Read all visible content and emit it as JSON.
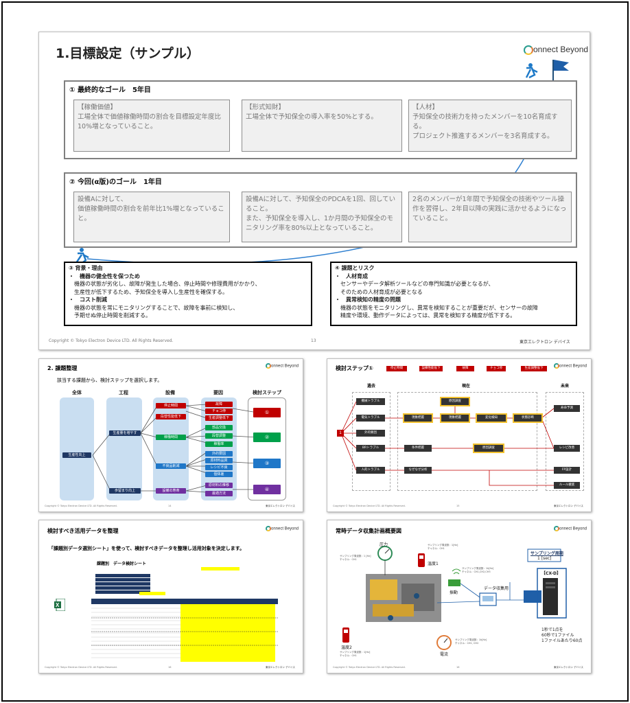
{
  "slide1": {
    "title": "1.目標設定（サンプル）",
    "logo": "onnect Beyond",
    "goal1": {
      "header": "① 最終的なゴール　5年目",
      "boxes": [
        "【稼働価値】\n工場全体で価値稼働時間の割合を目標設定年度比10%増となっていること。",
        "【形式知財】\n工場全体で予知保全の導入率を50%とする。",
        "【人材】\n予知保全の技術力を持ったメンバーを10名育成する。\nプロジェクト推進するメンバーを3名育成する。"
      ]
    },
    "goal2": {
      "header": "② 今回(α版)のゴール　1年目",
      "boxes": [
        "設備Aに対して、\n価値稼働時間の割合を前年比1%増となっていること。",
        "設備Aに対して、予知保全のPDCAを1回、回していること。\nまた、予知保全を導入し、1か月間の予知保全のモニタリング率を80%以上となっていること。",
        "2名のメンバーが1年間で予知保全の技術やツール操作を習得し、2年目以降の実践に活かせるようになっていること。"
      ]
    },
    "background": {
      "header": "③ 背景・理由",
      "lines": [
        "・　機器の健全性を保つため",
        "機器の状態が劣化し、故障が発生した場合、停止時間や修理費用がかかり、",
        "生産性が低下するため、予知保全を導入し生産性を確保する。",
        "・　コスト削減",
        "機器の状態を常にモニタリングすることで、故障を事前に検知し、",
        "予期せぬ停止時間を削減する。"
      ]
    },
    "risk": {
      "header": "④ 課題とリスク",
      "lines": [
        "・　人材育成",
        "センサーやデータ解析ツールなどの専門知識が必要となるが、",
        "そのための人材育成が必要となる",
        "・　異常検知の精度の問題",
        "機器の状態をモニタリングし、異常を検知することが重要だが、センサーの故障",
        "精度や環境、動作データによっては、異常を検知する精度が低下する。"
      ]
    },
    "footer_left": "Copyright © Tokyo Electron Device LTD. All Rights Reserved.",
    "page": "13",
    "footer_right": "東京エレクトロン デバイス"
  },
  "slide2": {
    "title": "2. 課題整理",
    "subtitle": "該当する課題から、検討ステップを選択します。",
    "logo": "onnect Beyond",
    "columns": [
      "全体",
      "工程",
      "設備",
      "要因",
      "検討ステップ"
    ],
    "zentai": "生産性向上",
    "koutei": [
      "生産量を増やす",
      "歩留まり向上"
    ],
    "setsubi": [
      "停止時間",
      "段替性能低下",
      "稼働時間",
      "不良品削減",
      "設備の寿命"
    ],
    "youin": [
      "故障",
      "チョコ停",
      "生産調整低下",
      "部品交換",
      "段替調整",
      "稼働率",
      "外的要因",
      "原材料品質",
      "レシピ不良",
      "個体差",
      "原材料の推移",
      "最適方法"
    ],
    "steps": [
      "①",
      "②",
      "③",
      "④"
    ],
    "footer_left": "Copyright © Tokyo Electron Device LTD. All Rights Reserved.",
    "page": "14",
    "footer_right": "東京エレクトロン デバイス"
  },
  "slide3": {
    "title": "検討ステップ①",
    "logo": "onnect Beyond",
    "tags": [
      "停止時間",
      "設備性能低下",
      "故障",
      "チョコ停",
      "生産調整低下"
    ],
    "sections": [
      "過去",
      "現在",
      "未来"
    ],
    "past": [
      "機械トラブル",
      "電気トラブル",
      "外的要因",
      "BRトラブル",
      "人的トラブル"
    ],
    "present": [
      "現象把握",
      "原因調査",
      "現象把握",
      "変化検知",
      "状態診断",
      "条件把握",
      "原因調査",
      "なぜなぜ分析"
    ],
    "future": [
      "寿命予測",
      "レシピ改善",
      "FP設計",
      "ルール徹底"
    ],
    "start": "1",
    "footer_left": "Copyright © Tokyo Electron Device LTD. All Rights Reserved.",
    "page": "15",
    "footer_right": "東京エレクトロン デバイス"
  },
  "slide4": {
    "title": "検討すべき活用データを整理",
    "subtitle": "「課題別データ選別シート」を使って、検討すべきデータを整理し活用対象を決定します。",
    "logo": "onnect Beyond",
    "sheet_title": "課題別　データ検討シート",
    "footer_left": "Copyright © Tokyo Electron Device LTD. All Rights Reserved.",
    "page": "16",
    "footer_right": "東京エレクトロン デバイス"
  },
  "slide5": {
    "title": "常時データ収集計画概要図",
    "logo": "onnect Beyond",
    "labels": {
      "pressure": "圧力",
      "temp1": "温度1",
      "vibration": "振動",
      "collector": "データ収集用",
      "temp2": "温度2",
      "current": "電流",
      "sampling_title": "サンプリング周期",
      "sampling_value": "1 [sec]",
      "server": "【CX-D】",
      "note1": "1秒で1点を",
      "note2": "60秒で1ファイル",
      "note3": "1ファイルあたり60点"
    },
    "tiny": {
      "pressure": [
        "サンプリング周波数：1 [Hz]",
        "チャネル：CH1"
      ],
      "temp1": [
        "サンプリング周波数：1[Hz]",
        "チャネル：CH1"
      ],
      "vibration": [
        "サンプリング周波数：1k[Hz]",
        "チャネル：CH1,CH2,CH3"
      ],
      "temp2": [
        "サンプリング周波数：1[Hz]",
        "チャネル：CH1"
      ],
      "current": [
        "サンプリング周波数：1k[Hz]",
        "チャネル：CH1, CH2"
      ]
    },
    "footer_left": "Copyright © Tokyo Electron Device LTD. All Rights Reserved.",
    "page": "16",
    "footer_right": "東京エレクトロン デバイス"
  }
}
